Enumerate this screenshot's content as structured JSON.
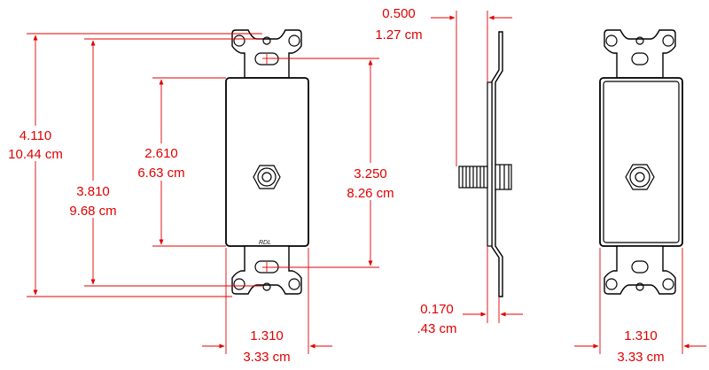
{
  "dimensions": {
    "overall_height": {
      "in": "4.110",
      "cm": "10.44 cm"
    },
    "mount_hole_spacing": {
      "in": "3.810",
      "cm": "9.68 cm"
    },
    "face_height": {
      "in": "2.610",
      "cm": "6.63 cm"
    },
    "screw_spacing": {
      "in": "3.250",
      "cm": "8.26 cm"
    },
    "front_width": {
      "in": "1.310",
      "cm": "3.33 cm"
    },
    "side_depth": {
      "in": "0.500",
      "cm": "1.27 cm"
    },
    "plate_thickness": {
      "in": "0.170",
      "cm": ".43 cm"
    },
    "back_width": {
      "in": "1.310",
      "cm": "3.33 cm"
    }
  },
  "brand_mark": "RDL",
  "colors": {
    "dimension": "#e00000",
    "outline": "#000000",
    "background": "#ffffff"
  }
}
